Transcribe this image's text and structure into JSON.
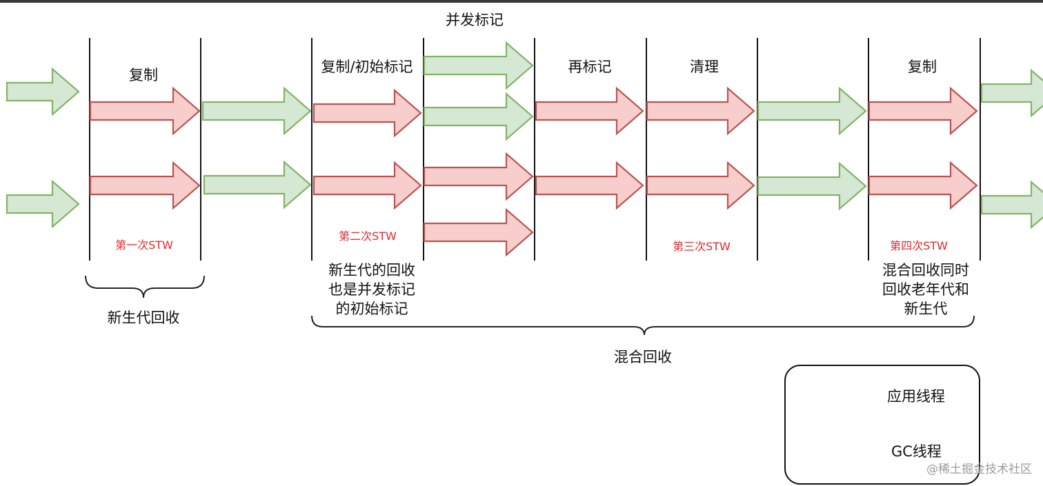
{
  "phases": {
    "copy_1": "复制",
    "copy_initial_mark": "复制/初始标记",
    "concurrent_mark": "并发标记",
    "remark": "再标记",
    "cleanup": "清理",
    "copy_2": "复制"
  },
  "stw": {
    "first": "第一次STW",
    "second": "第二次STW",
    "third": "第三次STW",
    "fourth": "第四次STW"
  },
  "notes": {
    "young_initial_mark": [
      "新生代的回收",
      "也是并发标记",
      "的初始标记"
    ],
    "mixed_both": [
      "混合回收同时",
      "回收老年代和",
      "新生代"
    ]
  },
  "groups": {
    "young_gc": "新生代回收",
    "mixed_gc": "混合回收"
  },
  "legend": {
    "app_thread": "应用线程",
    "gc_thread": "GC线程"
  },
  "colors": {
    "app_fill": "#d5e8d4",
    "app_stroke": "#82b366",
    "gc_fill": "#f8cecc",
    "gc_stroke": "#b85450",
    "stw_text": "#e0282c"
  },
  "watermark": "@稀土掘金技术社区"
}
